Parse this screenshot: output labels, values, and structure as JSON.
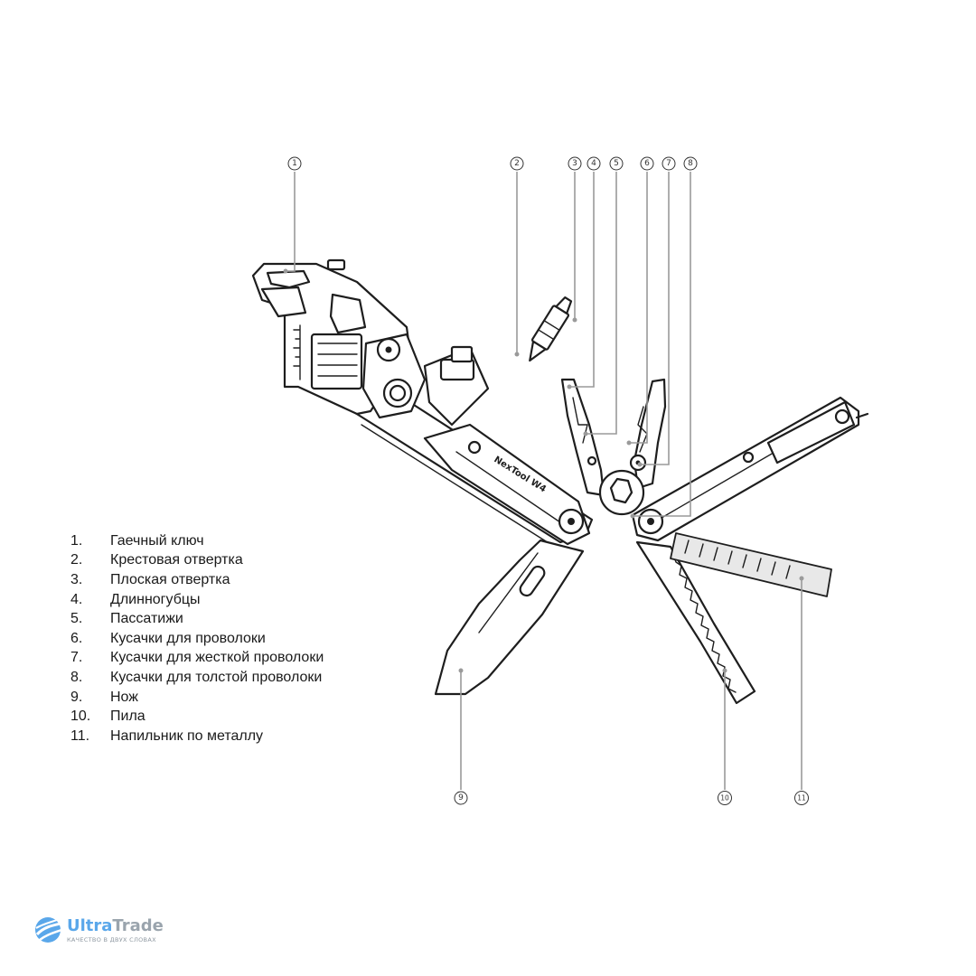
{
  "diagram": {
    "brand_label": "NexTool W4",
    "callouts": [
      "①",
      "②",
      "③",
      "④",
      "⑤",
      "⑥",
      "⑦",
      "⑧",
      "⑨",
      "⑩",
      "⑪"
    ]
  },
  "legend": [
    {
      "num": "1.",
      "label": "Гаечный ключ"
    },
    {
      "num": "2.",
      "label": "Крестовая отвертка"
    },
    {
      "num": "3.",
      "label": "Плоская отвертка"
    },
    {
      "num": "4.",
      "label": "Длинногубцы"
    },
    {
      "num": "5.",
      "label": "Пассатижи"
    },
    {
      "num": "6.",
      "label": "Кусачки для проволоки"
    },
    {
      "num": "7.",
      "label": "Кусачки для жесткой проволоки"
    },
    {
      "num": "8.",
      "label": "Кусачки для толстой проволоки"
    },
    {
      "num": "9.",
      "label": "Нож"
    },
    {
      "num": "10.",
      "label": "Пила"
    },
    {
      "num": "11.",
      "label": "Напильник по металлу"
    }
  ],
  "logo": {
    "name_part1": "Ultra",
    "name_part2": "Trade",
    "tagline": "КАЧЕСТВО В ДВУХ СЛОВАХ",
    "colors": {
      "primary": "#5aa7ea",
      "secondary": "#9aa4ad"
    }
  }
}
